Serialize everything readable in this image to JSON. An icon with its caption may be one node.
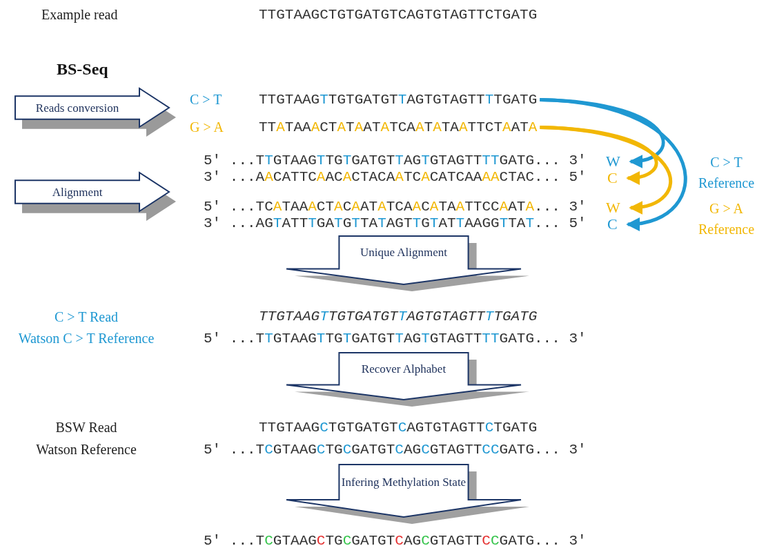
{
  "diagram": {
    "nodes": [
      {
        "text": [
          "Reads conversion"
        ]
      },
      {
        "text": [
          "Alignment"
        ]
      },
      {
        "text": [
          "TTGTAAGTTGTGATGTTAGTGTAGTTTTGATG"
        ]
      },
      {
        "text": [
          "TTATAAACTATAATATCAATATAATTCTAATA"
        ]
      },
      {
        "text": [
          "W"
        ]
      },
      {
        "text": [
          "C"
        ]
      },
      {
        "text": [
          "W"
        ]
      },
      {
        "text": [
          "C"
        ]
      },
      {
        "text": [
          "Unique Alignment"
        ]
      },
      {
        "text": [
          "Recover Alphabet"
        ]
      },
      {
        "text": [
          "Infering Methylation State"
        ]
      }
    ],
    "edges": [
      {
        "from": 2,
        "to": 4,
        "arrow": "to",
        "color": "#1f98d2"
      },
      {
        "from": 3,
        "to": 5,
        "arrow": "to",
        "color": "#f2b705"
      },
      {
        "from": 3,
        "to": 6,
        "arrow": "to",
        "color": "#f2b705"
      },
      {
        "from": 2,
        "to": 7,
        "arrow": "to",
        "color": "#1f98d2"
      }
    ],
    "labels": [
      "Example read",
      "TTGTAAGCTGTGATGTCAGTGTAGTTCTGATG",
      "BS-Seq",
      "C > T",
      "G > A",
      "5' ...TTGTAAGTTGTGATGTTAGTGTAGTTTTGATG... 3'",
      "3' ...AACATTCAACACTACAATCACATCAAAACTAC... 5'",
      "C > T Reference",
      "5' ...TCATAAACTACAATATCAACATAATTCCAATA... 3'",
      "3' ...AGTATTTGATGTTATAGTTGTATTAAGGTTAT... 5'",
      "G > A Reference",
      "C > T Read",
      "TTGTAAGTTGTGATGTTAGTGTAGTTTTGATG",
      "Watson C > T Reference",
      "5' ...TTGTAAGTTGTGATGTTAGTGTAGTTTTGATG... 3'",
      "BSW Read",
      "TTGTAAGCTGTGATGTCAGTGTAGTTCTGATG",
      "Watson Reference",
      "5' ...TCGTAAGCTGCGATGTCAGCGTAGTTCCGATG... 3'",
      "5' ...TCGTAAGCTGCGATGTCAGCGTAGTTCCGATG... 3'"
    ]
  }
}
